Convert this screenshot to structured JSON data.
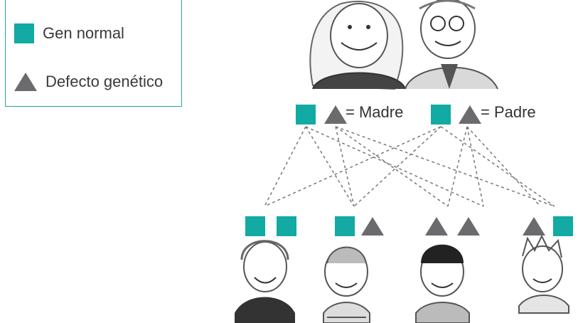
{
  "legend": {
    "normal_gene_label": "Gen normal",
    "genetic_defect_label": "Defecto genético"
  },
  "parents": {
    "mother_label": "= Madre",
    "father_label": "= Padre"
  },
  "colors": {
    "normal_gene": "#12aaa2",
    "defect": "#6b6b6e",
    "legend_border": "#1aa6a0"
  },
  "icons": [
    "square-normal-gene-icon",
    "triangle-defect-icon",
    "illustration-parents",
    "illustration-child"
  ]
}
